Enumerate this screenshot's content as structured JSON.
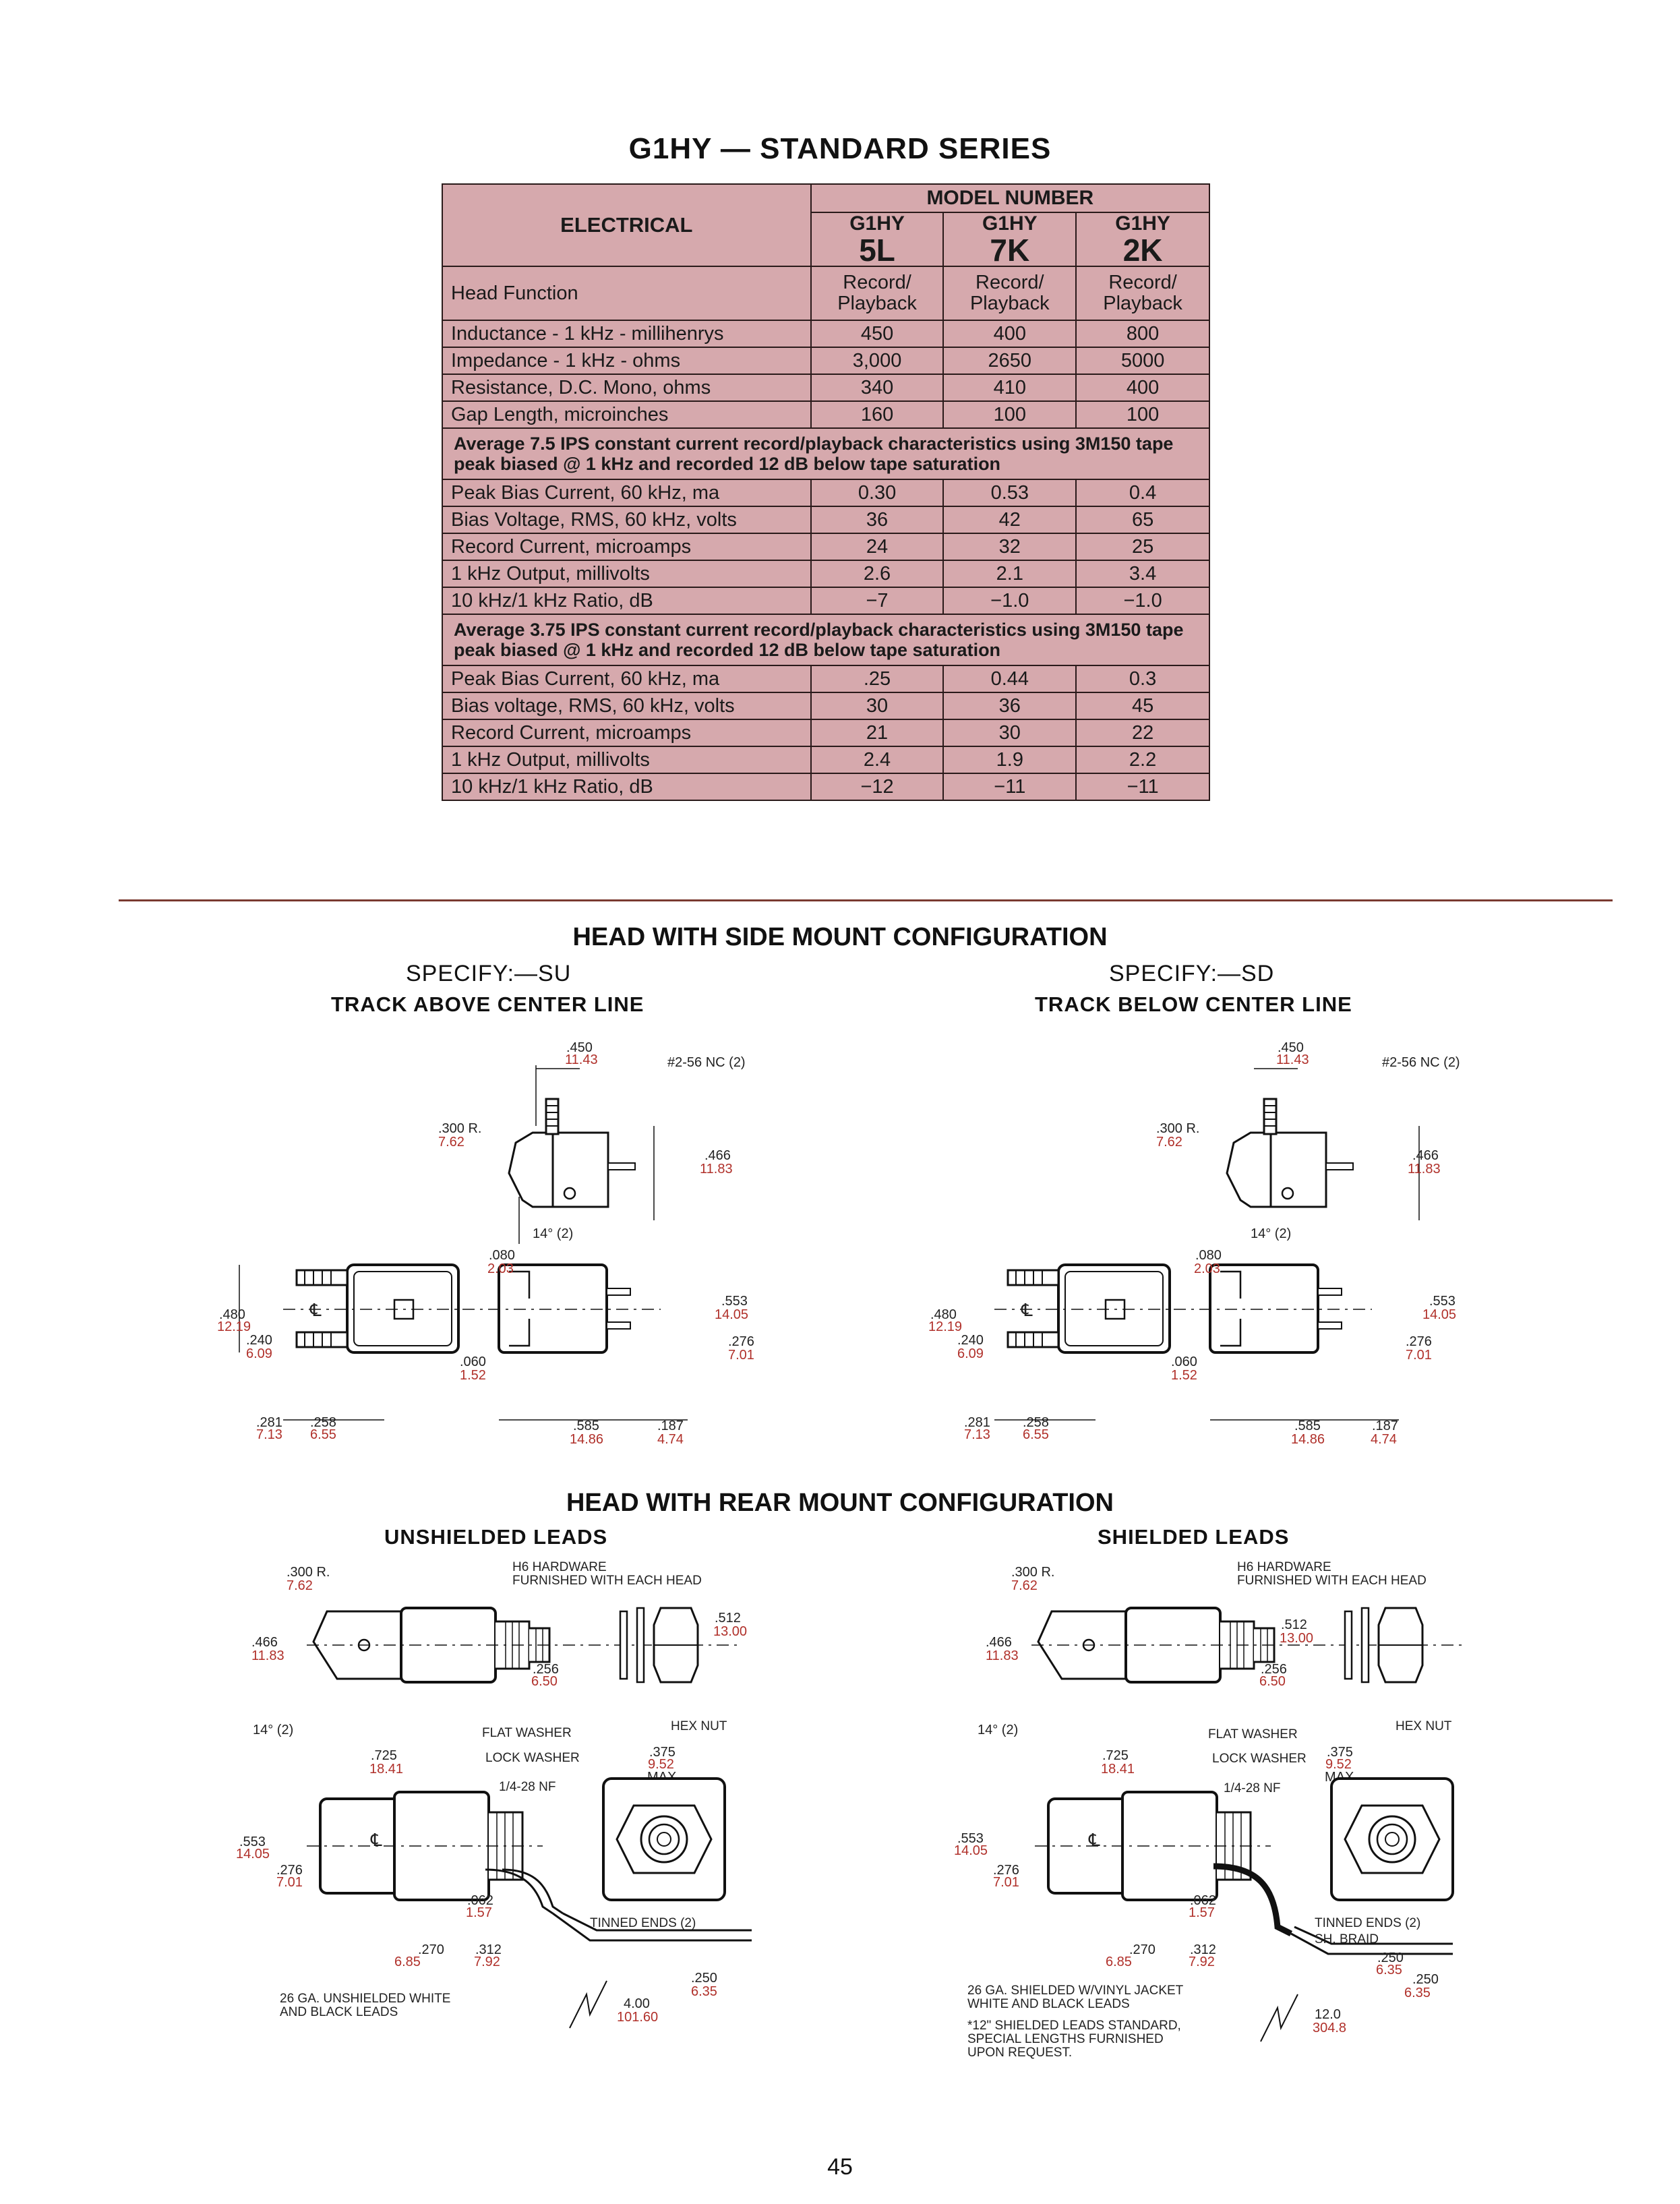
{
  "title": "G1HY — STANDARD SERIES",
  "table": {
    "electrical_label": "ELECTRICAL",
    "model_number_label": "MODEL NUMBER",
    "models": [
      {
        "line1": "G1HY",
        "line2": "5L"
      },
      {
        "line1": "G1HY",
        "line2": "7K"
      },
      {
        "line1": "G1HY",
        "line2": "2K"
      }
    ],
    "head_function": {
      "label": "Head Function",
      "values": [
        "Record/ Playback",
        "Record/ Playback",
        "Record/ Playback"
      ]
    },
    "rows_general": [
      {
        "label": "Inductance - 1 kHz - millihenrys",
        "values": [
          "450",
          "400",
          "800"
        ]
      },
      {
        "label": "Impedance - 1 kHz - ohms",
        "values": [
          "3,000",
          "2650",
          "5000"
        ]
      },
      {
        "label": "Resistance, D.C. Mono, ohms",
        "values": [
          "340",
          "410",
          "400"
        ]
      },
      {
        "label": "Gap Length, microinches",
        "values": [
          "160",
          "100",
          "100"
        ]
      }
    ],
    "note_75": "Average 7.5 IPS constant current record/playback characteristics using 3M150 tape peak biased @ 1 kHz and recorded 12 dB below tape saturation",
    "rows_75": [
      {
        "label": "Peak Bias Current, 60 kHz, ma",
        "values": [
          "0.30",
          "0.53",
          "0.4"
        ]
      },
      {
        "label": "Bias Voltage, RMS, 60 kHz, volts",
        "values": [
          "36",
          "42",
          "65"
        ]
      },
      {
        "label": "Record Current, microamps",
        "values": [
          "24",
          "32",
          "25"
        ]
      },
      {
        "label": "1 kHz Output, millivolts",
        "values": [
          "2.6",
          "2.1",
          "3.4"
        ]
      },
      {
        "label": "10 kHz/1 kHz Ratio, dB",
        "values": [
          "−7",
          "−1.0",
          "−1.0"
        ]
      }
    ],
    "note_375": "Average 3.75 IPS constant current record/playback characteristics using 3M150 tape peak biased @ 1 kHz and recorded 12 dB below tape saturation",
    "rows_375": [
      {
        "label": "Peak Bias Current, 60 kHz, ma",
        "values": [
          ".25",
          "0.44",
          "0.3"
        ]
      },
      {
        "label": "Bias voltage, RMS, 60 kHz, volts",
        "values": [
          "30",
          "36",
          "45"
        ]
      },
      {
        "label": "Record Current, microamps",
        "values": [
          "21",
          "30",
          "22"
        ]
      },
      {
        "label": "1 kHz Output, millivolts",
        "values": [
          "2.4",
          "1.9",
          "2.2"
        ]
      },
      {
        "label": "10 kHz/1 kHz Ratio, dB",
        "values": [
          "−12",
          "−11",
          "−11"
        ]
      }
    ]
  },
  "side_mount": {
    "heading": "HEAD WITH SIDE MOUNT CONFIGURATION",
    "left": {
      "specify": "SPECIFY:—SU",
      "caption": "TRACK ABOVE CENTER LINE"
    },
    "right": {
      "specify": "SPECIFY:—SD",
      "caption": "TRACK BELOW CENTER LINE"
    },
    "dims": {
      "d450": ".450",
      "d450m": "11.43",
      "screw": "#2-56 NC (2)",
      "r300": ".300 R.",
      "r300m": "7.62",
      "d466": ".466",
      "d466m": "11.83",
      "angle": "14° (2)",
      "d080": ".080",
      "d080m": "2.03",
      "d060": ".060",
      "d060m": "1.52",
      "d480": ".480",
      "d480m": "12.19",
      "d240": ".240",
      "d240m": "6.09",
      "cl": "℄",
      "d553": ".553",
      "d553m": "14.05",
      "d276": ".276",
      "d276m": "7.01",
      "d281": ".281",
      "d281m": "7.13",
      "d258": ".258",
      "d258m": "6.55",
      "d585": ".585",
      "d585m": "14.86",
      "d187": ".187",
      "d187m": "4.74"
    }
  },
  "rear_mount": {
    "heading": "HEAD WITH REAR MOUNT CONFIGURATION",
    "left_caption": "UNSHIELDED LEADS",
    "right_caption": "SHIELDED LEADS",
    "dims": {
      "r300": ".300 R.",
      "r300m": "7.62",
      "hardware": "H6 HARDWARE",
      "furnished": "FURNISHED WITH EACH HEAD",
      "d512": ".512",
      "d512m": "13.00",
      "d466": ".466",
      "d466m": "11.83",
      "d256": ".256",
      "d256m": "6.50",
      "angle": "14° (2)",
      "flat_washer": "FLAT WASHER",
      "lock_washer": "LOCK WASHER",
      "hex_nut": "HEX NUT",
      "d725": ".725",
      "d725m": "18.41",
      "d375": ".375",
      "d375m": "9.52",
      "max": "MAX.",
      "thread": "1/4-28 NF",
      "d553": ".553",
      "d553m": "14.05",
      "d276": ".276",
      "d276m": "7.01",
      "d062": ".062",
      "d062m": "1.57",
      "tinned": "TINNED ENDS (2)",
      "braid": "SH. BRAID",
      "d270": ".270",
      "d270m": "6.85",
      "d312": ".312",
      "d312m": "7.92",
      "d250": ".250",
      "d250m": "6.35",
      "d400": "4.00",
      "d400m": "101.60",
      "d120": "12.0",
      "d120m": "304.8",
      "cl": "℄"
    },
    "unshielded_note": [
      "26 GA. UNSHIELDED WHITE",
      "AND BLACK LEADS"
    ],
    "shielded_note": [
      "26 GA. SHIELDED W/VINYL JACKET",
      "WHITE AND BLACK LEADS"
    ],
    "shielded_footnote": [
      "*12\" SHIELDED LEADS STANDARD,",
      "SPECIAL LENGTHS FURNISHED",
      "UPON REQUEST."
    ]
  },
  "page_number": "45"
}
